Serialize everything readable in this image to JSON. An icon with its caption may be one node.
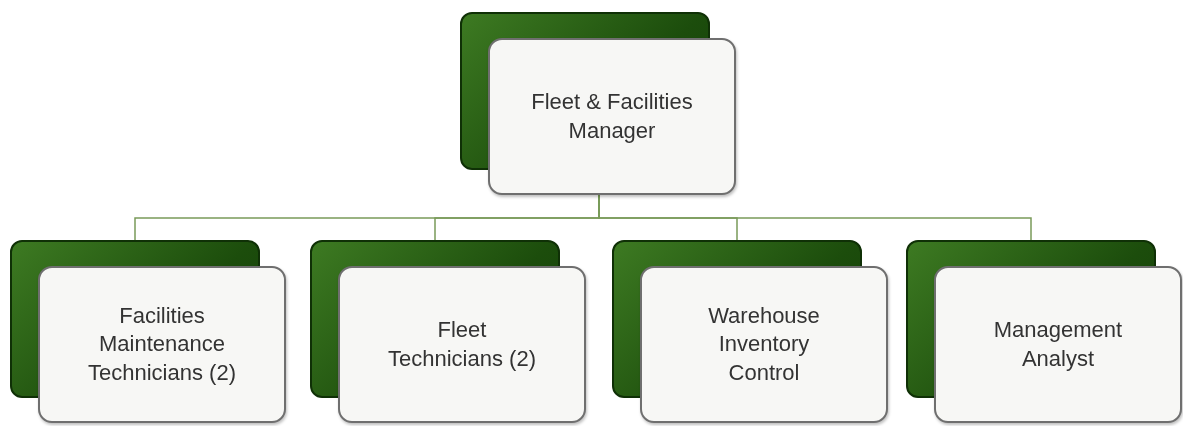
{
  "diagram": {
    "nodes": [
      {
        "text": [
          "Fleet & Facilities Manager"
        ]
      },
      {
        "text": [
          "Facilities Maintenance Technicians (2)"
        ]
      },
      {
        "text": [
          "Fleet Technicians (2)"
        ]
      },
      {
        "text": [
          "Warehouse Inventory Control"
        ]
      },
      {
        "text": [
          "Management Analyst"
        ]
      }
    ],
    "edges": [
      {
        "from": 0,
        "to": 1,
        "arrow": "none"
      },
      {
        "from": 0,
        "to": 2,
        "arrow": "none"
      },
      {
        "from": 0,
        "to": 3,
        "arrow": "none"
      },
      {
        "from": 0,
        "to": 4,
        "arrow": "none"
      }
    ]
  }
}
